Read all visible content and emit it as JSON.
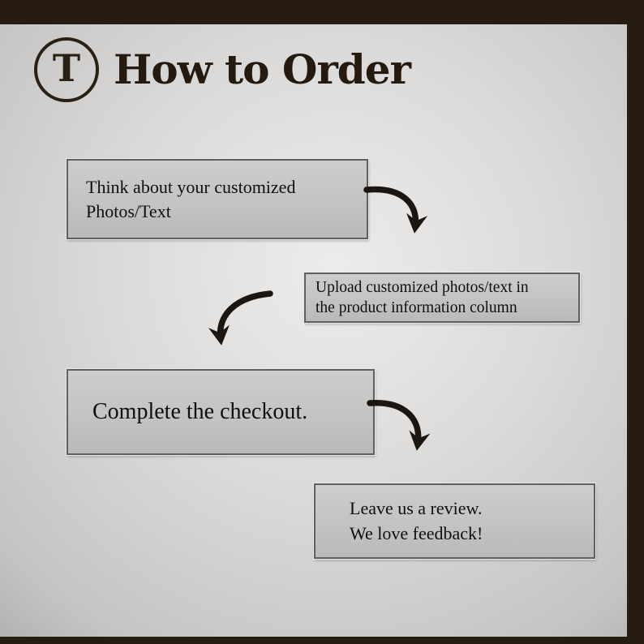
{
  "title": "How to Order",
  "logo": {
    "letter": "T"
  },
  "frame_color": "#261c11",
  "box_fill": "#c6c6c5",
  "box_border": "#5f5f5f",
  "arrow_color": "#1c1510",
  "steps": [
    {
      "line1": "Think about your customized",
      "line2": " Photos/Text"
    },
    {
      "line1": "Upload customized photos/text in",
      "line2": "the product information column"
    },
    {
      "line1": "Complete the checkout.",
      "line2": ""
    },
    {
      "line1": "Leave us a review.",
      "line2": "We love feedback!"
    }
  ]
}
